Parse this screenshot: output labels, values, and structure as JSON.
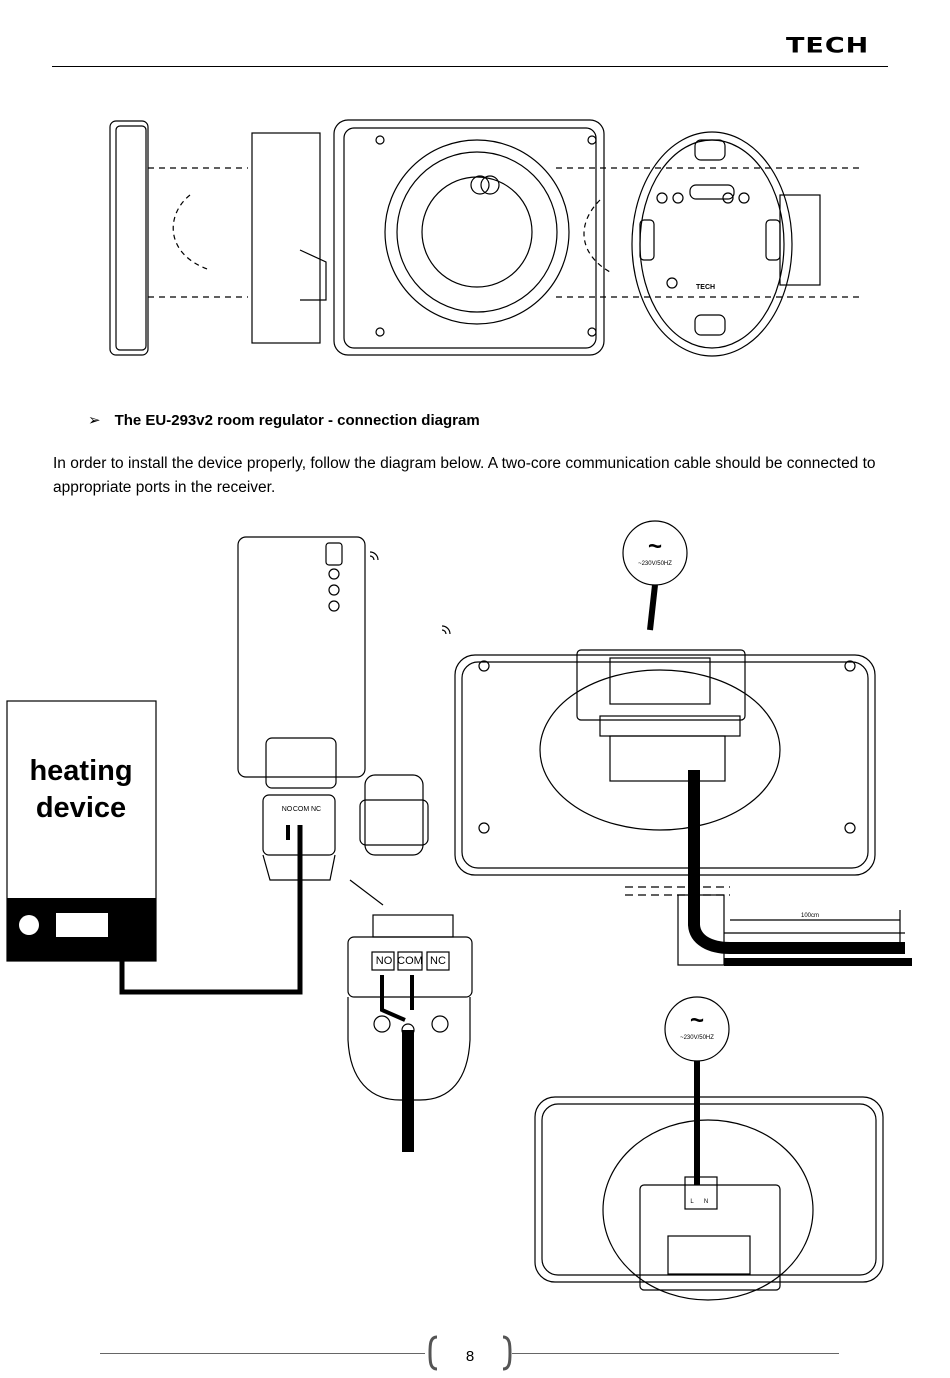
{
  "header": {
    "brand": "TECH"
  },
  "section": {
    "bullet": "➢",
    "title": "The EU-293v2  room regulator - connection diagram"
  },
  "intro_text": "In order to install the device properly, follow the diagram below. A two-core communication cable should be connected to appropriate ports in the receiver.",
  "diagram": {
    "heating_device_label_1": "heating",
    "heating_device_label_2": "device",
    "terminal_labels": [
      "NO",
      "COM",
      "NC"
    ],
    "power_symbol": "~",
    "power_label_1": "~230V/50HZ",
    "power_label_2": "~230V/50HZ",
    "cable_length_label": "100cm",
    "terminal_L": "L",
    "terminal_N": "N",
    "regulator_brand": "TECH"
  },
  "footer": {
    "page_number": "8"
  }
}
